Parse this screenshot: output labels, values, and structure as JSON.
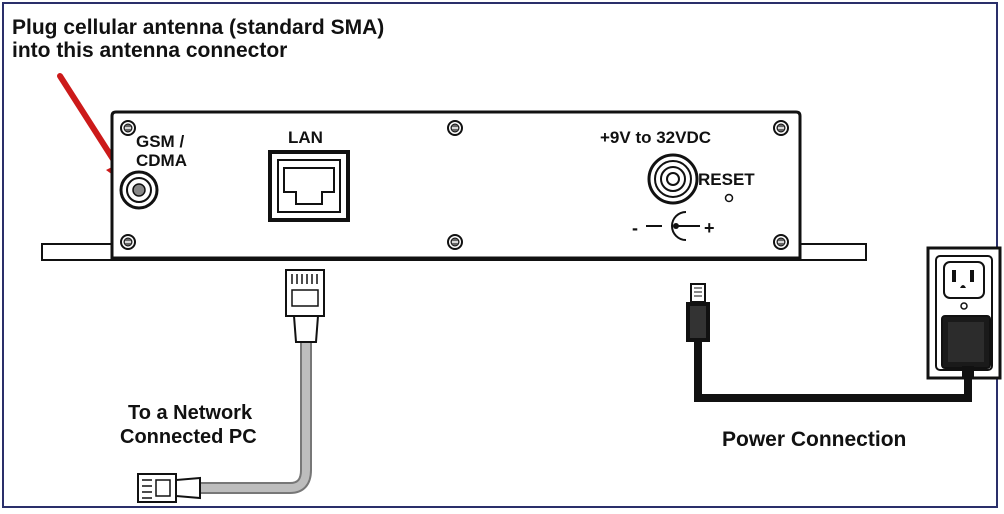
{
  "callout": {
    "line1": "Plug cellular antenna (standard SMA)",
    "line2": "into this antenna connector"
  },
  "device": {
    "antenna_label_line1": "GSM /",
    "antenna_label_line2": "CDMA",
    "lan_label": "LAN",
    "power_label": "+9V to 32VDC",
    "reset_label": "RESET",
    "polarity_minus": "-",
    "polarity_plus": "+"
  },
  "network": {
    "line1": "To a Network",
    "line2": "Connected PC"
  },
  "power": {
    "label": "Power Connection"
  },
  "colors": {
    "arrow": "#cc1a1a",
    "frame": "#2a2f6a",
    "cable": "#a8a8a8",
    "power_cord": "#111111"
  },
  "icons": [
    "screw-icon",
    "sma-connector-icon",
    "rj45-jack-icon",
    "dc-jack-icon",
    "reset-button-icon",
    "polarity-symbol-icon",
    "rj45-plug-icon",
    "dc-plug-icon",
    "wall-outlet-icon",
    "power-adapter-icon"
  ]
}
